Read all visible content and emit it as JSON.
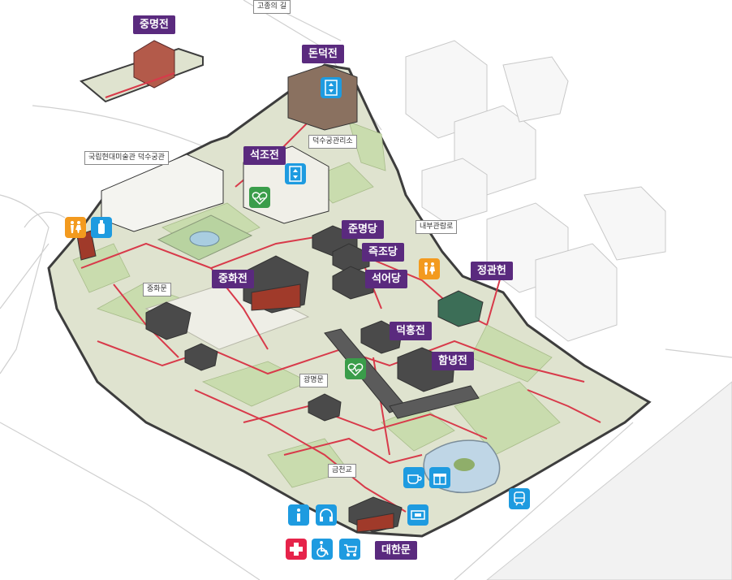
{
  "labels": {
    "gojong_road": "고종의 길",
    "jungmyeongjeon": "중명전",
    "donggeokjeon": "돈덕전",
    "office": "덕수궁관리소",
    "mmca": "국립현대미술관 덕수궁관",
    "seokjojeon": "석조전",
    "junmyeongdang": "준명당",
    "naebu": "내부관람로",
    "jeukjodang": "즉조당",
    "jeonggwanheon": "정관헌",
    "seogeodang": "석어당",
    "junghwajeon": "중화전",
    "junghwamun": "중화문",
    "deokhongjeon": "덕홍전",
    "hamnyeongjeon": "함녕전",
    "gwangmyeongmun": "광명문",
    "geumcheongyo": "금천교",
    "daehanmun": "대한문"
  },
  "icons": [
    {
      "name": "restroom-icon",
      "color": "#f39a1e"
    },
    {
      "name": "baby-bottle-icon",
      "color": "#1e9be0"
    },
    {
      "name": "elevator-icon",
      "color": "#1e9be0"
    },
    {
      "name": "aed-heart-icon",
      "color": "#3a9d4a"
    },
    {
      "name": "coffee-icon",
      "color": "#1e9be0"
    },
    {
      "name": "gift-icon",
      "color": "#1e9be0"
    },
    {
      "name": "subway-icon",
      "color": "#1e9be0"
    },
    {
      "name": "information-icon",
      "color": "#1e9be0"
    },
    {
      "name": "audio-guide-icon",
      "color": "#1e9be0"
    },
    {
      "name": "ticket-icon",
      "color": "#1e9be0"
    },
    {
      "name": "first-aid-icon",
      "color": "#e6234a"
    },
    {
      "name": "wheelchair-icon",
      "color": "#1e9be0"
    },
    {
      "name": "stroller-icon",
      "color": "#1e9be0"
    }
  ],
  "colors": {
    "ground": "#dfe3cf",
    "lawn": "#c9dcae",
    "path": "#d83a4a",
    "wall": "#3d3d3d",
    "label_purple": "#5a2a7e"
  }
}
